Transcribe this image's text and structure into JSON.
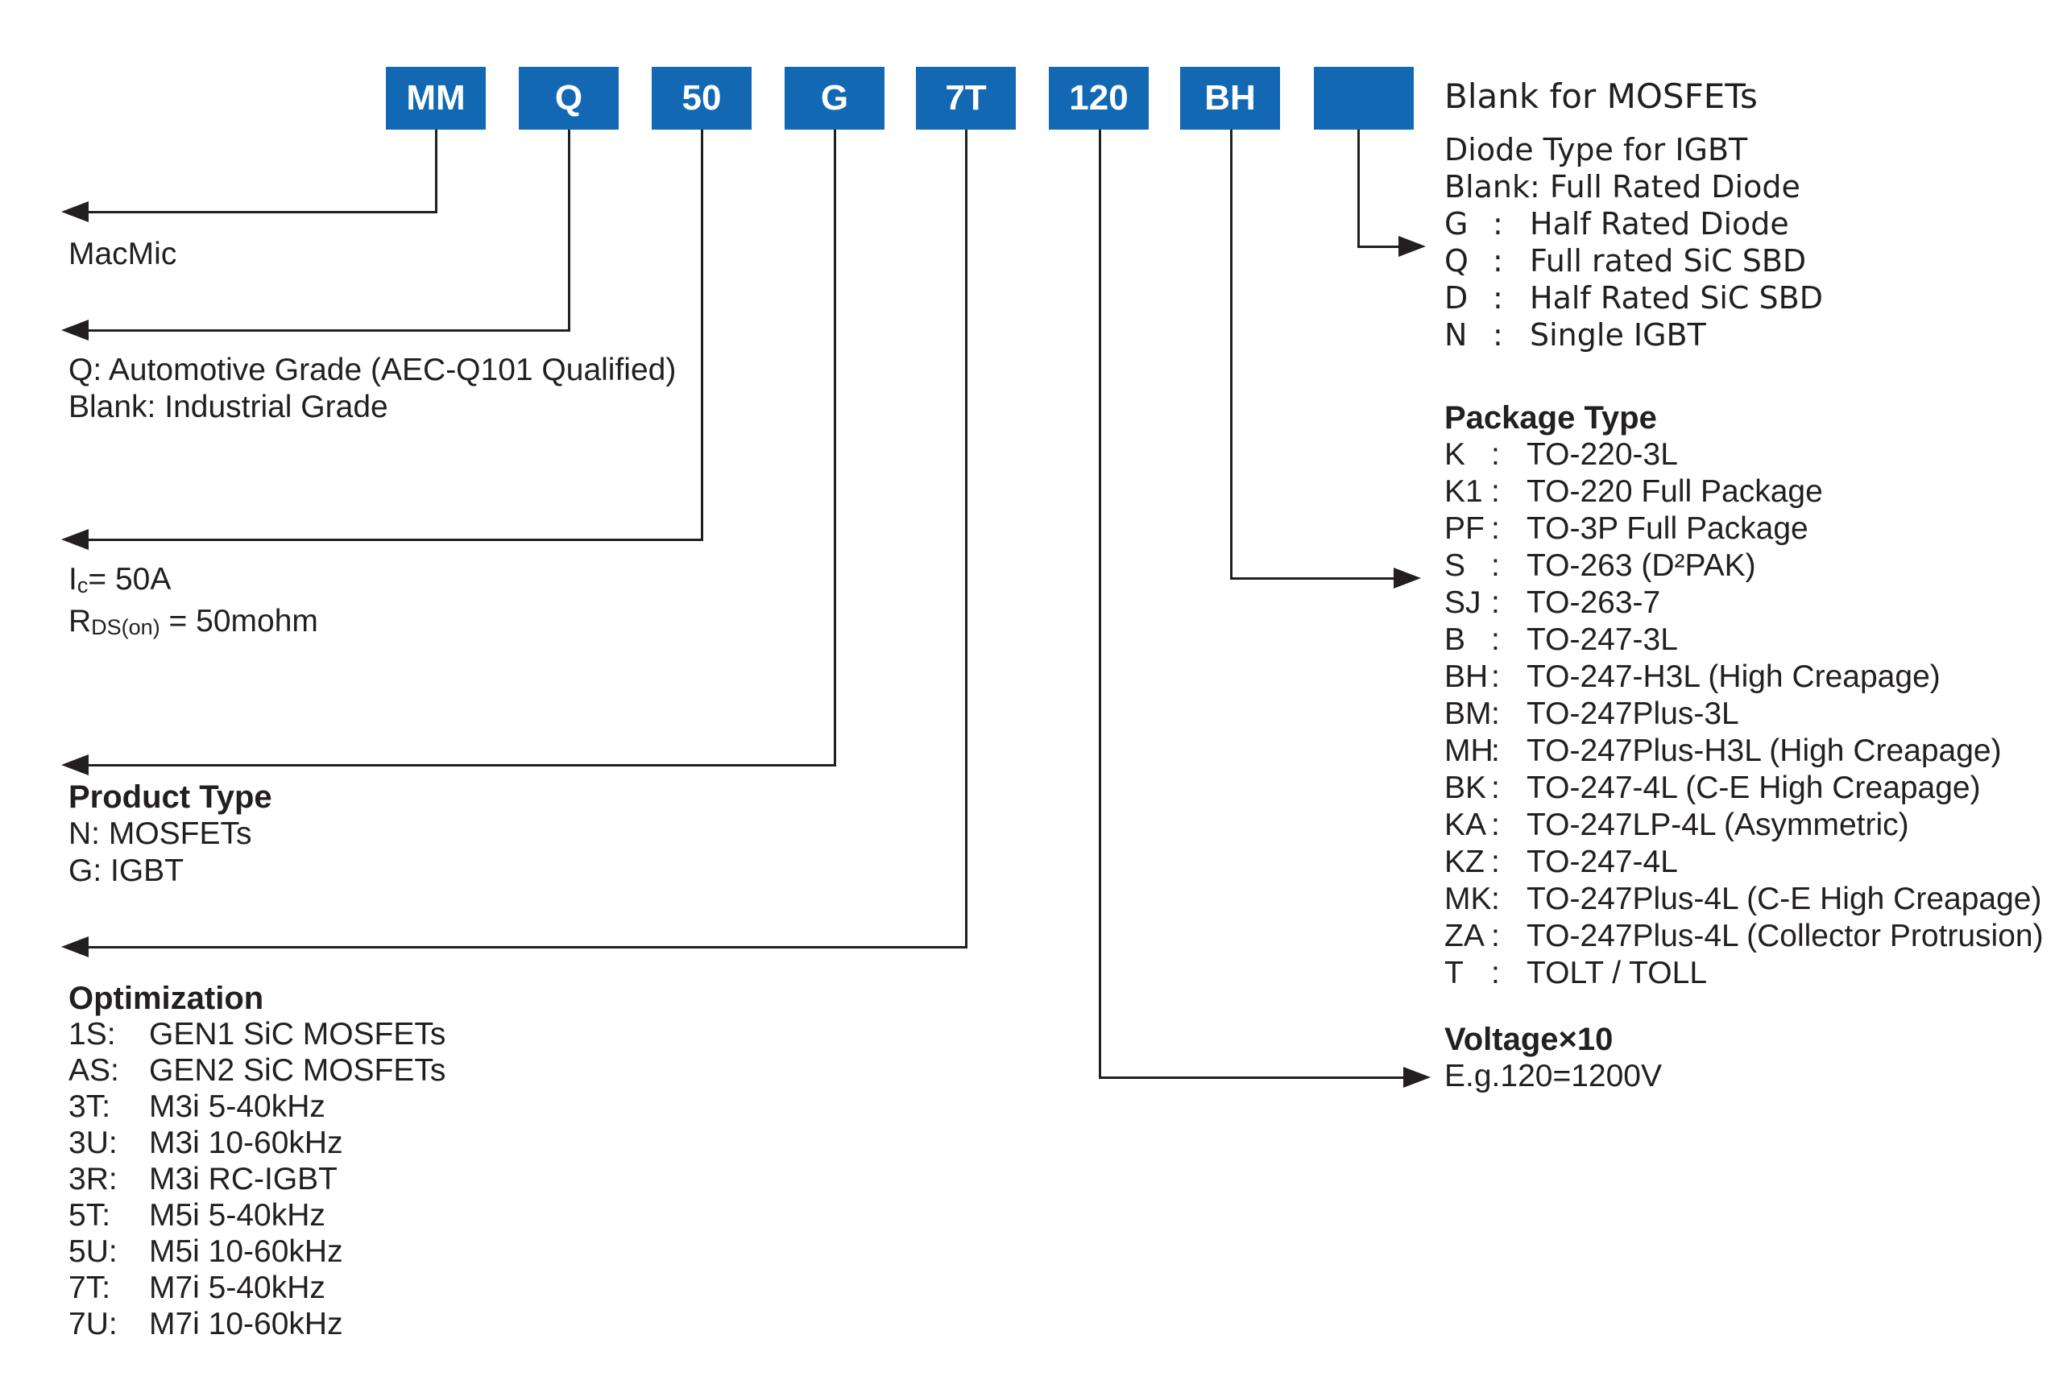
{
  "colors": {
    "accent_blue": "#1268B3",
    "text": "#231F20"
  },
  "separators": {
    "colon": ":"
  },
  "part_number_boxes": [
    {
      "label": "MM"
    },
    {
      "label": "Q"
    },
    {
      "label": "50"
    },
    {
      "label": "G"
    },
    {
      "label": "7T"
    },
    {
      "label": "120"
    },
    {
      "label": "BH"
    },
    {
      "label": ""
    }
  ],
  "left_column": {
    "manufacturer": "MacMic",
    "grade": {
      "lines": [
        "Q: Automotive Grade (AEC-Q101 Qualified)",
        "Blank: Industrial Grade"
      ]
    },
    "ratings": {
      "ic": {
        "symbol": "I",
        "subscript": "c",
        "rest": "= 50A"
      },
      "rds": {
        "symbol": "R",
        "subscript": "DS(on)",
        "rest": " = 50mohm"
      }
    },
    "product_type": {
      "title": "Product Type",
      "lines": [
        "N: MOSFETs",
        "G: IGBT"
      ]
    },
    "optimization": {
      "title": "Optimization",
      "rows": [
        {
          "key": "1S:",
          "value": "GEN1 SiC MOSFETs"
        },
        {
          "key": "AS:",
          "value": "GEN2 SiC MOSFETs"
        },
        {
          "key": "3T:",
          "value": "M3i 5-40kHz"
        },
        {
          "key": "3U:",
          "value": "M3i 10-60kHz"
        },
        {
          "key": "3R:",
          "value": "M3i RC-IGBT"
        },
        {
          "key": "5T:",
          "value": "M5i 5-40kHz"
        },
        {
          "key": "5U:",
          "value": "M5i 10-60kHz"
        },
        {
          "key": "7T:",
          "value": "M7i 5-40kHz"
        },
        {
          "key": "7U:",
          "value": "M7i 10-60kHz"
        }
      ]
    }
  },
  "right_column": {
    "mosfet_note": "Blank for MOSFETs",
    "diode_type": {
      "title": "Diode Type for IGBT",
      "blank_line": "Blank: Full Rated Diode",
      "rows": [
        {
          "key": "G",
          "value": "Half Rated Diode"
        },
        {
          "key": "Q",
          "value": "Full rated SiC SBD"
        },
        {
          "key": "D",
          "value": "Half Rated SiC SBD"
        },
        {
          "key": "N",
          "value": "Single IGBT"
        }
      ]
    },
    "package_type": {
      "title": "Package Type",
      "rows": [
        {
          "key": "K",
          "value": "TO-220-3L"
        },
        {
          "key": "K1",
          "value": "TO-220 Full Package"
        },
        {
          "key": "PF",
          "value": "TO-3P Full Package"
        },
        {
          "key": "S",
          "value": "TO-263 (D²PAK)"
        },
        {
          "key": "SJ",
          "value": "TO-263-7"
        },
        {
          "key": "B",
          "value": "TO-247-3L"
        },
        {
          "key": "BH",
          "value": "TO-247-H3L (High Creapage)"
        },
        {
          "key": "BM",
          "value": "TO-247Plus-3L"
        },
        {
          "key": "MH",
          "value": "TO-247Plus-H3L (High Creapage)"
        },
        {
          "key": "BK",
          "value": "TO-247-4L (C-E High Creapage)"
        },
        {
          "key": "KA",
          "value": "TO-247LP-4L (Asymmetric)"
        },
        {
          "key": "KZ",
          "value": "TO-247-4L"
        },
        {
          "key": "MK",
          "value": "TO-247Plus-4L (C-E High Creapage)"
        },
        {
          "key": "ZA",
          "value": "TO-247Plus-4L (Collector Protrusion)"
        },
        {
          "key": "T",
          "value": "TOLT / TOLL"
        }
      ]
    },
    "voltage": {
      "title": "Voltage×10",
      "example": "E.g.120=1200V"
    }
  }
}
